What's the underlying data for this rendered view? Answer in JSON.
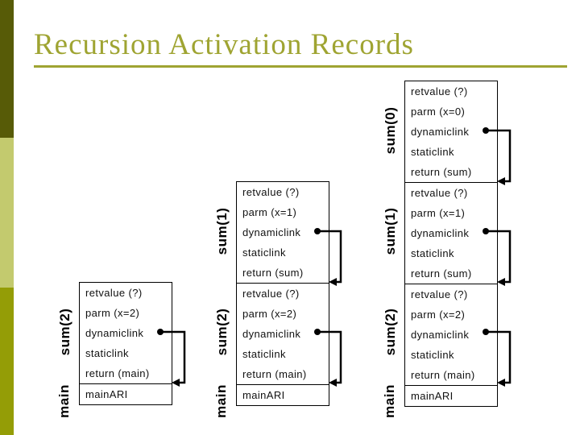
{
  "slide": {
    "title": "Recursion Activation Records"
  },
  "theme": {
    "title_color": "#9fa432",
    "stripe_top_color": "#575b07",
    "stripe_middle_color": "#c3ca6e",
    "stripe_bottom_color": "#949d06",
    "diagram_line_color": "#000000",
    "text_color": "#111111"
  },
  "stacks": [
    {
      "id": "stack-1",
      "records": [
        {
          "label": "sum(2)",
          "rows": [
            "retvalue (?)",
            "parm (x=2)",
            "dynamiclink",
            "staticlink",
            "return (main)"
          ]
        }
      ],
      "base": {
        "label": "main",
        "row": "mainARI"
      }
    },
    {
      "id": "stack-2",
      "records": [
        {
          "label": "sum(1)",
          "rows": [
            "retvalue (?)",
            "parm (x=1)",
            "dynamiclink",
            "staticlink",
            "return (sum)"
          ]
        },
        {
          "label": "sum(2)",
          "rows": [
            "retvalue (?)",
            "parm (x=2)",
            "dynamiclink",
            "staticlink",
            "return (main)"
          ]
        }
      ],
      "base": {
        "label": "main",
        "row": "mainARI"
      }
    },
    {
      "id": "stack-3",
      "records": [
        {
          "label": "sum(0)",
          "rows": [
            "retvalue (?)",
            "parm (x=0)",
            "dynamiclink",
            "staticlink",
            "return (sum)"
          ]
        },
        {
          "label": "sum(1)",
          "rows": [
            "retvalue (?)",
            "parm (x=1)",
            "dynamiclink",
            "staticlink",
            "return (sum)"
          ]
        },
        {
          "label": "sum(2)",
          "rows": [
            "retvalue (?)",
            "parm (x=2)",
            "dynamiclink",
            "staticlink",
            "return (main)"
          ]
        }
      ],
      "base": {
        "label": "main",
        "row": "mainARI"
      }
    }
  ]
}
